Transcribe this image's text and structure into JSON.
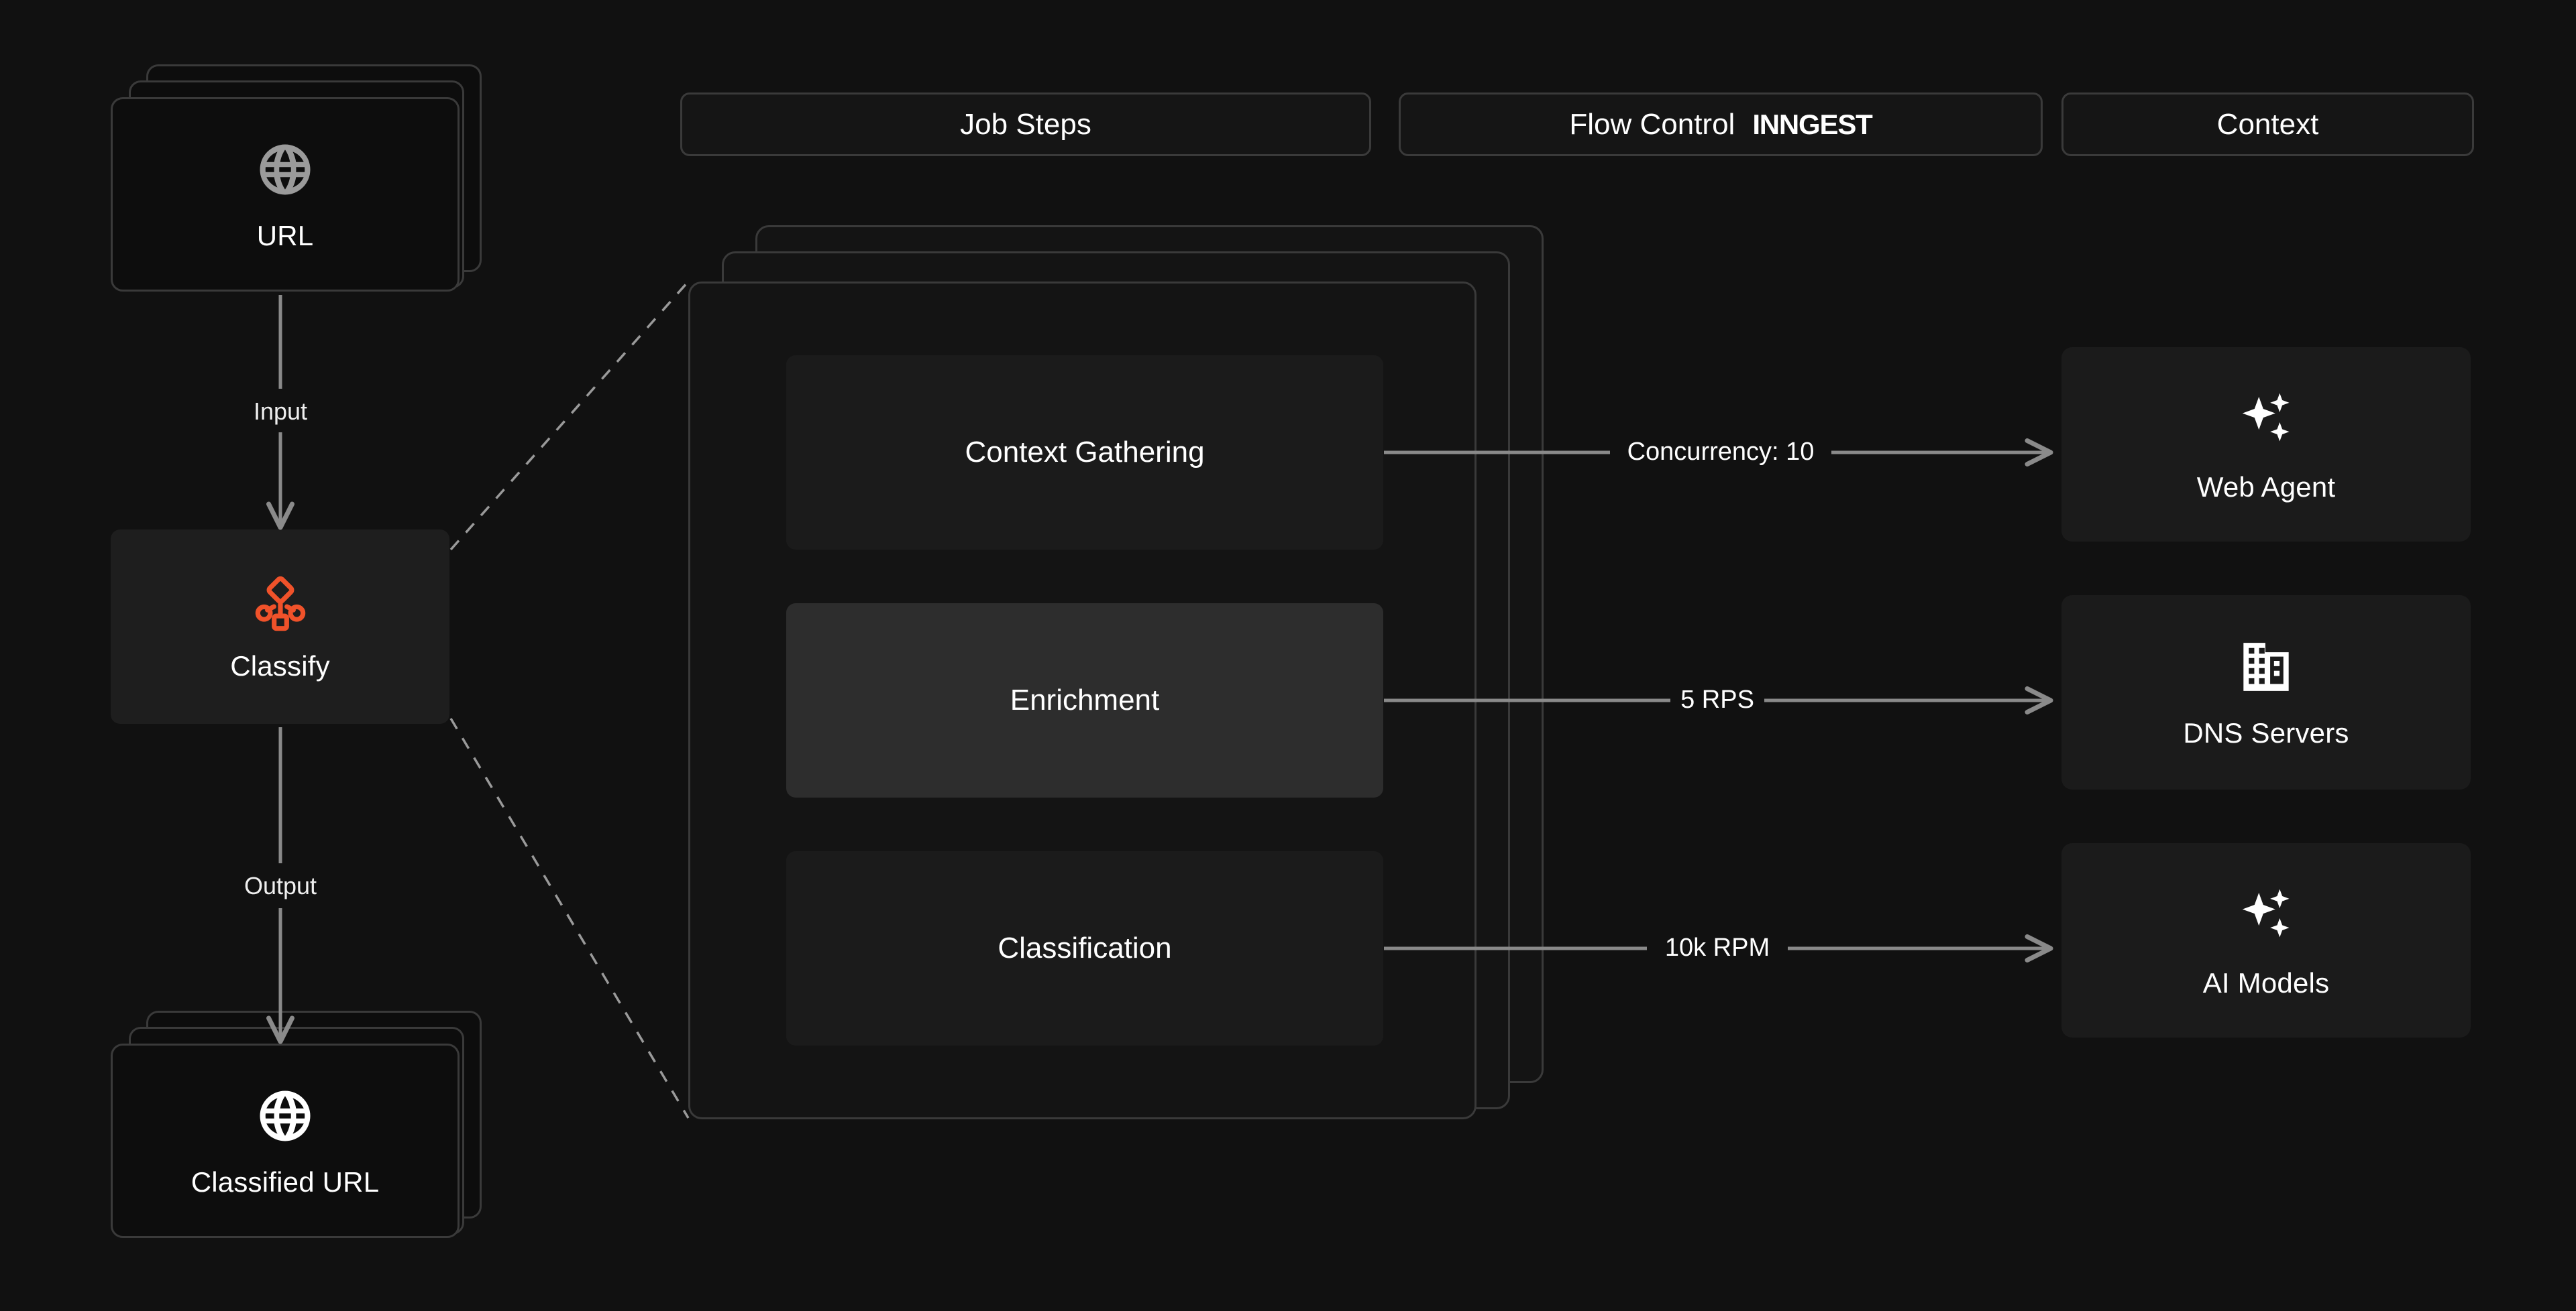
{
  "canvas": {
    "background": "#111111",
    "accent_color": "#f0522a",
    "line_color": "#8a8a8a",
    "border_color": "#3a3a3a"
  },
  "tabs": [
    {
      "label": "Job Steps",
      "brand": ""
    },
    {
      "label": "Flow Control",
      "brand": "INNGEST"
    },
    {
      "label": "Context",
      "brand": ""
    }
  ],
  "pipeline": {
    "input_node": {
      "label": "URL",
      "icon": "globe-icon",
      "stacked": true
    },
    "input_edge_label": "Input",
    "process_node": {
      "label": "Classify",
      "icon": "sitemap-icon",
      "icon_color": "#f0522a",
      "highlighted": true
    },
    "output_edge_label": "Output",
    "output_node": {
      "label": "Classified URL",
      "icon": "globe-icon",
      "stacked": true
    }
  },
  "job_steps": {
    "stack_count": 3,
    "steps": [
      {
        "label": "Context Gathering",
        "active": false
      },
      {
        "label": "Enrichment",
        "active": true
      },
      {
        "label": "Classification",
        "active": false
      }
    ]
  },
  "flow_control": [
    {
      "label": "Concurrency: 10"
    },
    {
      "label": "5 RPS"
    },
    {
      "label": "10k RPM"
    }
  ],
  "context": [
    {
      "label": "Web Agent",
      "icon": "sparkles-icon"
    },
    {
      "label": "DNS Servers",
      "icon": "building-icon"
    },
    {
      "label": "AI Models",
      "icon": "sparkles-icon"
    }
  ]
}
